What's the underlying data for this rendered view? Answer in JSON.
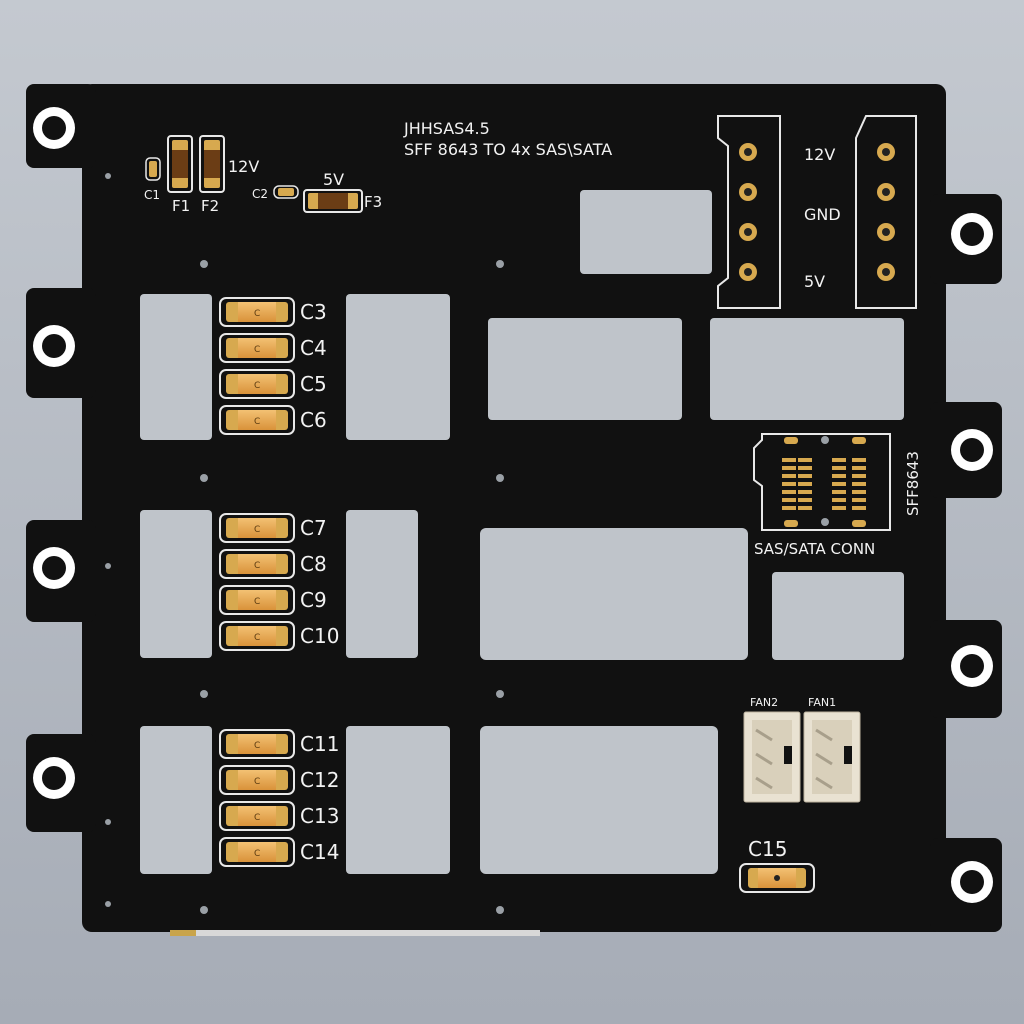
{
  "board": {
    "title": "JHHSAS4.5",
    "subtitle": "SFF 8643 TO 4x SAS\\SATA",
    "label_12v_top": "12V",
    "label_5v_top": "5V",
    "power": {
      "v12": "12V",
      "gnd": "GND",
      "v5": "5V"
    },
    "connector_side": "SFF8643",
    "connector_caption": "SAS/SATA CONN",
    "fan1": "FAN1",
    "fan2": "FAN2",
    "cap_marker": "C",
    "refs": {
      "c1": "C1",
      "c2": "C2",
      "f1": "F1",
      "f2": "F2",
      "f3": "F3",
      "c3": "C3",
      "c4": "C4",
      "c5": "C5",
      "c6": "C6",
      "c7": "C7",
      "c8": "C8",
      "c9": "C9",
      "c10": "C10",
      "c11": "C11",
      "c12": "C12",
      "c13": "C13",
      "c14": "C14",
      "c15": "C15"
    }
  },
  "colors": {
    "pcb": "#111111",
    "cutout": "#bfc4ca",
    "gold": "#d7a94f",
    "silkscreen": "#f2f2f2",
    "cap_body": "#e8a84b"
  }
}
